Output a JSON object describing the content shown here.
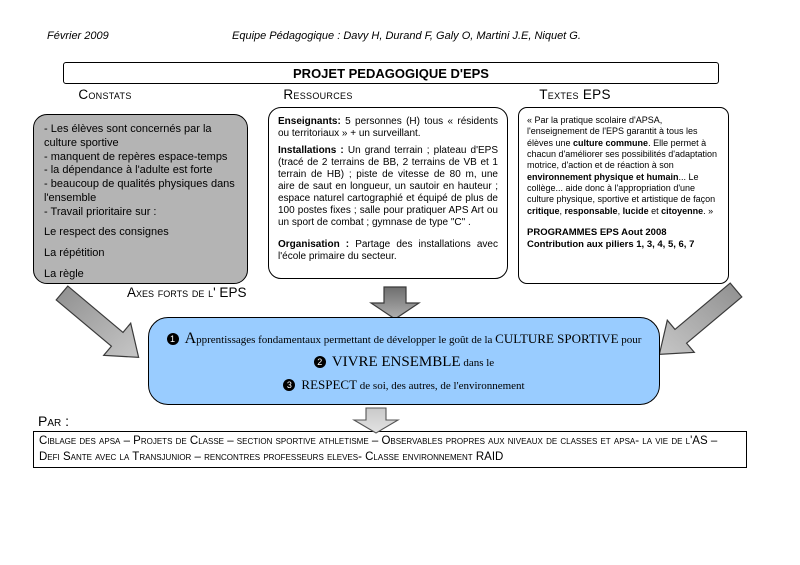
{
  "header": {
    "date": "Février 2009",
    "team": "Equipe Pédagogique : Davy H, Durand F, Galy O, Martini J.E, Niquet G."
  },
  "title": "PROJET PEDAGOGIQUE D'EPS",
  "constats": {
    "header": "Constats",
    "items": [
      "- Les élèves sont concernés par la culture sportive",
      "- manquent de repères espace-temps",
      "- la dépendance à l'adulte est forte",
      "- beaucoup de qualités physiques dans l'ensemble",
      "- Travail prioritaire sur :",
      "Le respect des consignes",
      "La répétition",
      "La règle"
    ]
  },
  "ressources": {
    "header": "Ressources",
    "enseignants": [
      {
        "t": "Enseignants:",
        "b": true
      },
      {
        "t": " 5 personnes (H) tous « résidents ou territoriaux » + un surveillant."
      }
    ],
    "installations": [
      {
        "t": "Installations :",
        "b": true
      },
      {
        "t": " Un grand terrain ; plateau d'EPS (tracé de 2 terrains de BB, 2 terrains de VB et 1 terrain de HB) ; piste de vitesse de 80 m, une aire de saut en longueur, un sautoir en hauteur ; espace naturel cartographié et équipé de plus de 100 postes fixes ; salle pour pratiquer APS Art ou un sport de combat ; gymnase de type \"C\" ."
      }
    ],
    "organisation": [
      {
        "t": "Organisation :",
        "b": true
      },
      {
        "t": " Partage des installations avec l'école primaire du secteur."
      }
    ]
  },
  "textes": {
    "header": "Textes EPS",
    "quote": [
      {
        "t": "« Par la pratique scolaire d'APSA, l'enseignement de l'EPS garantit à tous les élèves une "
      },
      {
        "t": "culture commune",
        "b": true
      },
      {
        "t": ". Elle permet à chacun d'améliorer ses possibilités d'adaptation motrice, d'action et de réaction à son "
      },
      {
        "t": "environnement physique et humain",
        "b": true
      },
      {
        "t": "... Le collège... aide donc à l'appropriation d'une culture physique, sportive et artistique de façon "
      },
      {
        "t": "critique",
        "b": true
      },
      {
        "t": ", "
      },
      {
        "t": "responsable",
        "b": true
      },
      {
        "t": ", "
      },
      {
        "t": "lucide",
        "b": true
      },
      {
        "t": " et "
      },
      {
        "t": "citoyenne",
        "b": true
      },
      {
        "t": ". »"
      }
    ],
    "programmes": "PROGRAMMES EPS Aout 2008",
    "contribution": "Contribution aux piliers 1, 3, 4, 5, 6, 7"
  },
  "axes": {
    "label": "Axes forts de l' EPS",
    "items": [
      {
        "num": "1",
        "segments": [
          {
            "t": "A",
            "c": "lead"
          },
          {
            "t": "pprentissages fondamentaux permettant de développer le goût de la "
          },
          {
            "t": "CULTURE SPORTIVE",
            "c": "big"
          },
          {
            "t": " pour"
          }
        ]
      },
      {
        "num": "2",
        "segments": [
          {
            "t": "VIVRE ENSEMBLE",
            "c": "big2"
          },
          {
            "t": " dans le"
          }
        ]
      },
      {
        "num": "3",
        "segments": [
          {
            "t": "RESPECT",
            "c": "big"
          },
          {
            "t": " de soi, des autres, de l'environnement"
          }
        ]
      }
    ]
  },
  "par_label": "Par :",
  "actions": {
    "text": "Ciblage des apsa – Projets de Classe – section sportive athletisme – Observables propres aux niveaux de classes et apsa- la vie de l'AS – Defi Sante avec la Transjunior – rencontres professeurs eleves- Classe environnement RAID"
  },
  "colors": {
    "constats_box_fill": "#b4b4b4",
    "axes_box_fill": "#99ccff",
    "arrow_fill": "#9e9e9e"
  }
}
